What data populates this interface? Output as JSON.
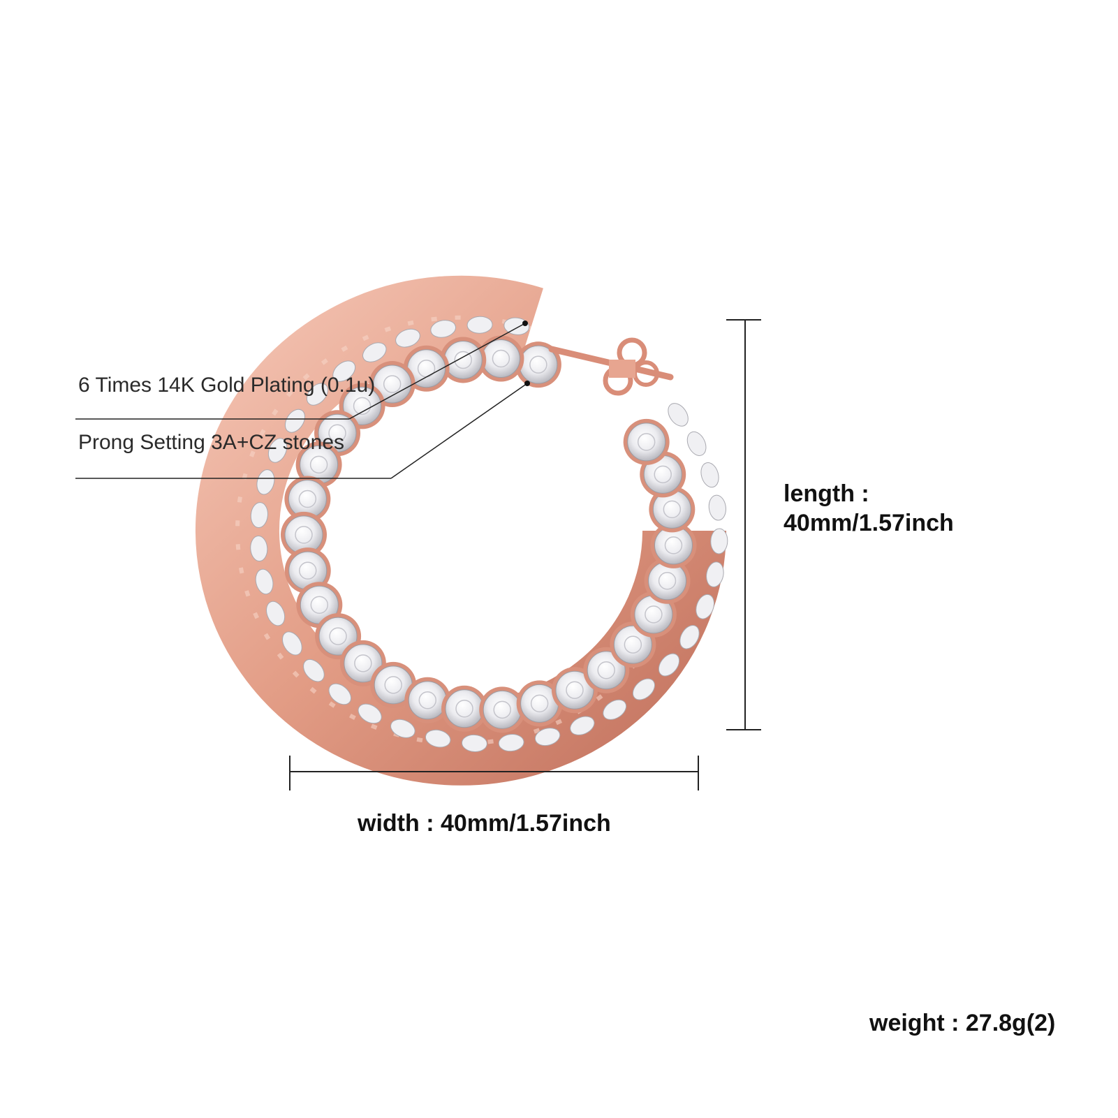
{
  "callouts": {
    "plating": "6 Times 14K Gold Plating (0.1u)",
    "setting": "Prong Setting 3A+CZ stones"
  },
  "specs": {
    "length_label": "length :",
    "length_value": "40mm/1.57inch",
    "width": "width : 40mm/1.57inch",
    "weight": "weight : 27.8g(2)"
  },
  "colors": {
    "rose_gold": "#e8a58f",
    "rose_gold_dark": "#c97b66",
    "stone": "#f4f4f6",
    "line": "#222222"
  }
}
